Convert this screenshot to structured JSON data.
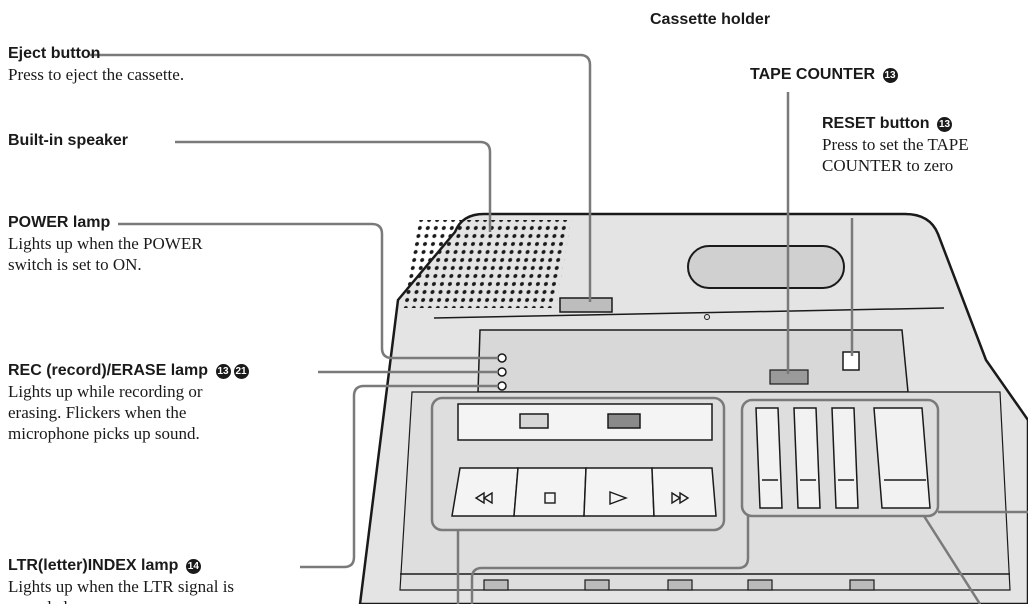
{
  "callouts": {
    "eject": {
      "label": "Eject button",
      "desc": "Press to eject the cassette."
    },
    "speaker": {
      "label": "Built-in speaker"
    },
    "power": {
      "label": "POWER lamp",
      "desc": "Lights up when the POWER\nswitch is set to ON."
    },
    "rec": {
      "label": "REC (record)/ERASE lamp",
      "refs": [
        "13",
        "21"
      ],
      "desc": "Lights up while recording or\nerasing. Flickers when the\nmicrophone picks up sound."
    },
    "ltr": {
      "label": "LTR(letter)INDEX lamp",
      "refs": [
        "14"
      ],
      "desc": "Lights up when the LTR signal is\nrecorded."
    },
    "cassette": {
      "label": "Cassette holder"
    },
    "counter": {
      "label": "TAPE COUNTER",
      "refs": [
        "13"
      ]
    },
    "reset": {
      "label": "RESET button",
      "refs": [
        "13"
      ],
      "desc": "Press to set the TAPE\nCOUNTER to zero"
    }
  },
  "colors": {
    "leader": "#7a7a7a",
    "device": "#e4e4e4",
    "outline": "#1a1a1a"
  },
  "icons": [
    "rewind-icon",
    "stop-icon",
    "play-icon",
    "fast-forward-icon"
  ]
}
